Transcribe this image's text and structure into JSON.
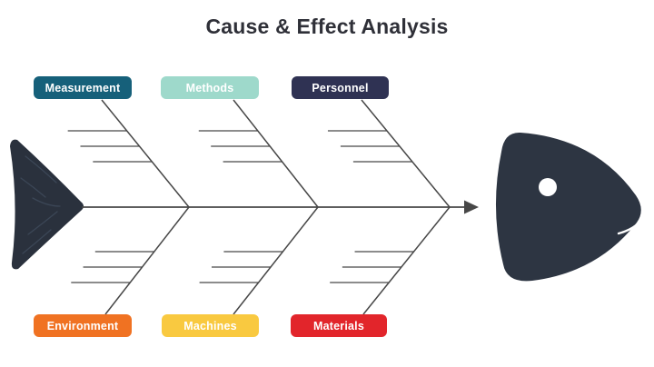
{
  "title": "Cause & Effect Analysis",
  "diagram": {
    "type": "fishbone-ishikawa",
    "top_causes": [
      {
        "label": "Measurement",
        "color": "#16607a"
      },
      {
        "label": "Methods",
        "color": "#9ed9cb"
      },
      {
        "label": "Personnel",
        "color": "#2f3253"
      }
    ],
    "bottom_causes": [
      {
        "label": "Environment",
        "color": "#f07222"
      },
      {
        "label": "Machines",
        "color": "#f9c940"
      },
      {
        "label": "Materials",
        "color": "#e2252b"
      }
    ],
    "label_text_color": "#ffffff",
    "bone_color": "#474747",
    "fish_head_color": "#2d3542",
    "fish_tail_color": "#2a313d",
    "fish_eye_color": "#ffffff",
    "ribs_per_bone": 3
  }
}
